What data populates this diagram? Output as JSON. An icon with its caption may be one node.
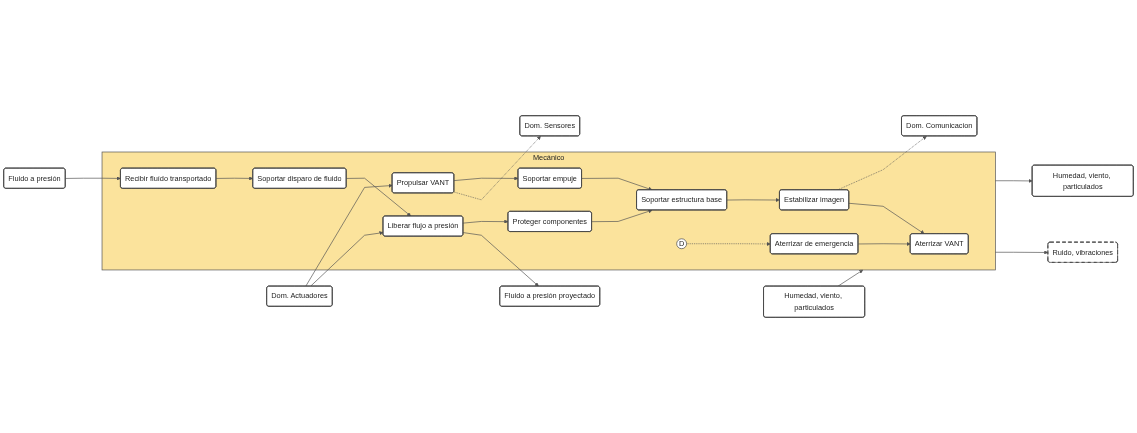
{
  "diagram": {
    "nodes": [
      {
        "text": [
          "Dom. Actuadores"
        ]
      },
      {
        "text": [
          "Dom. Comunicacion"
        ]
      },
      {
        "text": [
          "Dom. Sensores"
        ]
      },
      {
        "text": [
          "Humedad, viento, particulados"
        ]
      },
      {
        "text": [
          "Fluido a presión"
        ]
      },
      {
        "text": [
          "Mecánico"
        ]
      },
      {
        "text": [
          "Propulsar VANT"
        ],
        "in": 5
      },
      {
        "text": [
          "Soportar empuje"
        ],
        "in": 5
      },
      {
        "text": [
          "Recibir fluído transportado"
        ],
        "in": 5
      },
      {
        "text": [
          "Soportar disparo de fluido"
        ],
        "in": 5
      },
      {
        "text": [
          "Liberar flujo a presión"
        ],
        "in": 5
      },
      {
        "text": [
          "Soportar estructura base"
        ],
        "in": 5
      },
      {
        "text": [
          "Proteger componentes"
        ],
        "in": 5
      },
      {
        "text": [
          "Estabilizar imagen"
        ],
        "in": 5
      },
      {
        "text": [
          "Aterrizar VANT"
        ],
        "in": 5
      },
      {
        "text": [
          "D"
        ],
        "in": 5
      },
      {
        "text": [
          "Aterrizar de emergencia"
        ],
        "in": 5
      },
      {
        "text": [
          "Humedad, viento, particulados"
        ]
      },
      {
        "text": [
          "Ruido, vibraciones"
        ]
      },
      {
        "text": [
          "Fluido a presión proyectado"
        ]
      }
    ],
    "edges": [
      {
        "from": 0,
        "to": 6,
        "arrow": "to"
      },
      {
        "from": 0,
        "to": 10,
        "arrow": "to"
      },
      {
        "from": 6,
        "to": 7,
        "arrow": "to"
      },
      {
        "from": 6,
        "to": 2,
        "arrow": "to",
        "style": "dashed"
      },
      {
        "from": 13,
        "to": 1,
        "arrow": "to",
        "style": "dashed"
      },
      {
        "from": 3,
        "to": 5,
        "arrow": "to"
      },
      {
        "from": 4,
        "to": 8,
        "arrow": "to"
      },
      {
        "from": 8,
        "to": 9,
        "arrow": "to"
      },
      {
        "from": 7,
        "to": 11,
        "arrow": "to"
      },
      {
        "from": 9,
        "to": 10,
        "arrow": "to"
      },
      {
        "from": 10,
        "to": 12,
        "arrow": "to"
      },
      {
        "from": 12,
        "to": 11,
        "arrow": "to"
      },
      {
        "from": 11,
        "to": 13,
        "arrow": "to"
      },
      {
        "from": 13,
        "to": 14,
        "arrow": "to"
      },
      {
        "from": 15,
        "to": 16,
        "arrow": "to",
        "style": "dashed"
      },
      {
        "from": 16,
        "to": 14,
        "arrow": "to"
      },
      {
        "from": 5,
        "to": 17,
        "arrow": "to"
      },
      {
        "from": 5,
        "to": 18,
        "arrow": "to"
      },
      {
        "from": 10,
        "to": 19,
        "arrow": "to"
      }
    ]
  }
}
